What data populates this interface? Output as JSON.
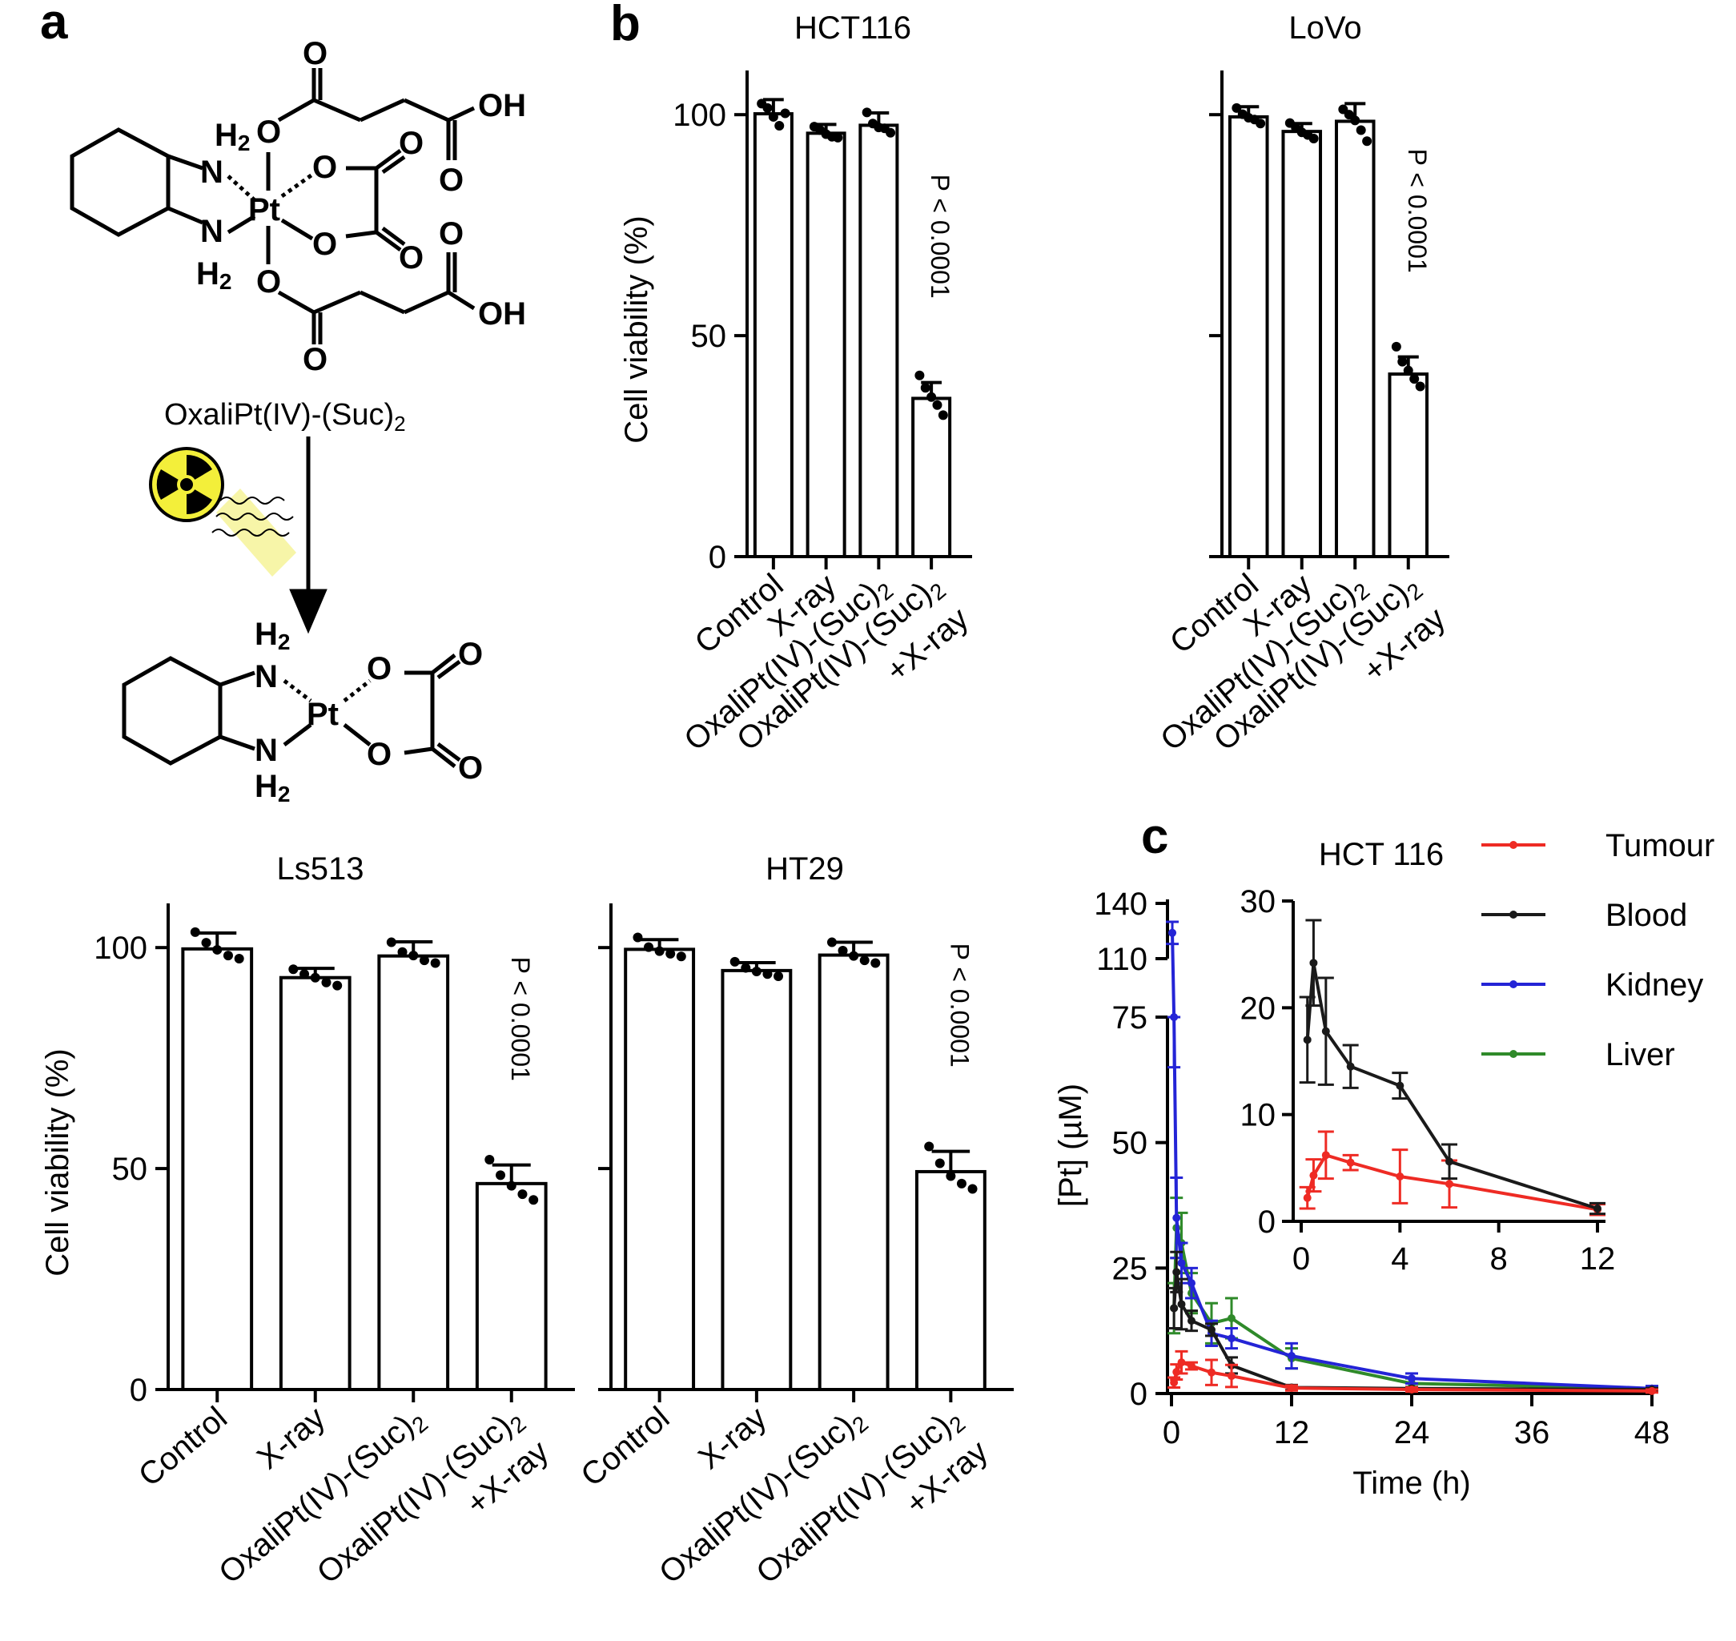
{
  "panels": {
    "a": "a",
    "b": "b",
    "c": "c"
  },
  "scheme": {
    "compound_name": "OxaliPt(IV)-(Suc)",
    "compound_subscript": "2",
    "atoms": {
      "O": "O",
      "OH": "OH",
      "N": "N",
      "Pt": "Pt",
      "H": "H",
      "sub2": "2"
    },
    "icon": "radiation-icon"
  },
  "styles": {
    "bar_fill": "#ffffff",
    "stroke": "#000000",
    "radiation_yellow": "#f3ef3a",
    "glow": "#f7f5a8"
  },
  "bar_common": {
    "categories": [
      {
        "pre": "Control",
        "sub": "",
        "line2": ""
      },
      {
        "pre": "X-ray",
        "sub": "",
        "line2": ""
      },
      {
        "pre": "OxaliPt(IV)-(Suc)",
        "sub": "2",
        "line2": ""
      },
      {
        "pre": "OxaliPt(IV)-(Suc)",
        "sub": "2",
        "line2": "+X-ray"
      }
    ],
    "p_label": "P < 0.0001",
    "ylabel": "Cell viability (%)"
  },
  "chart_data": [
    {
      "type": "bar",
      "title": "HCT116",
      "ylabel": "Cell viability (%)",
      "yticks": [
        0,
        50,
        100
      ],
      "show_tick_labels": true,
      "ylim": [
        0,
        110
      ],
      "values": [
        100.2,
        95.8,
        97.6,
        35.8
      ],
      "errors": [
        3.2,
        2.0,
        2.8,
        3.6
      ],
      "points": [
        [
          102.5,
          101.5,
          99.5,
          97.5,
          100.3
        ],
        [
          97.3,
          96.5,
          95.6,
          95.0,
          94.8
        ],
        [
          100.5,
          98.0,
          97.1,
          96.9,
          95.9
        ],
        [
          41.0,
          38.2,
          36.1,
          34.3,
          32.0
        ]
      ],
      "annotation": "P < 0.0001"
    },
    {
      "type": "bar",
      "title": "LoVo",
      "ylabel": "",
      "yticks": [
        0,
        50,
        100
      ],
      "show_tick_labels": false,
      "ylim": [
        0,
        110
      ],
      "values": [
        99.5,
        96.2,
        98.5,
        41.3
      ],
      "errors": [
        2.3,
        1.8,
        4.0,
        3.9
      ],
      "points": [
        [
          101.5,
          100.1,
          99.3,
          98.9,
          98.0
        ],
        [
          98.1,
          97.0,
          96.0,
          95.4,
          94.6
        ],
        [
          101.2,
          100.0,
          98.7,
          96.5,
          94.0
        ],
        [
          47.5,
          44.1,
          42.1,
          40.2,
          38.5
        ]
      ],
      "annotation": "P < 0.0001"
    },
    {
      "type": "bar",
      "title": "Ls513",
      "ylabel": "Cell viability (%)",
      "yticks": [
        0,
        50,
        100
      ],
      "show_tick_labels": true,
      "ylim": [
        0,
        110
      ],
      "values": [
        99.7,
        93.2,
        98.1,
        46.6
      ],
      "errors": [
        3.6,
        2.1,
        3.2,
        4.2
      ],
      "points": [
        [
          103.5,
          101.1,
          99.5,
          98.2,
          97.5
        ],
        [
          95.1,
          94.0,
          93.2,
          92.1,
          91.4
        ],
        [
          101.2,
          99.0,
          98.2,
          97.1,
          96.5
        ],
        [
          52.0,
          48.5,
          46.1,
          44.2,
          42.9
        ]
      ],
      "annotation": "P < 0.0001"
    },
    {
      "type": "bar",
      "title": "HT29",
      "ylabel": "",
      "yticks": [
        0,
        50,
        100
      ],
      "show_tick_labels": false,
      "ylim": [
        0,
        110
      ],
      "values": [
        99.6,
        94.8,
        98.3,
        49.3
      ],
      "errors": [
        2.2,
        1.8,
        2.9,
        4.6
      ],
      "points": [
        [
          102.3,
          100.1,
          99.2,
          98.6,
          98.0
        ],
        [
          96.8,
          95.4,
          94.6,
          94.0,
          93.5
        ],
        [
          101.2,
          99.3,
          98.1,
          97.1,
          96.5
        ],
        [
          55.0,
          51.2,
          48.3,
          46.6,
          45.4
        ]
      ],
      "annotation": "P < 0.0001"
    },
    {
      "type": "line",
      "title": "HCT 116",
      "xlabel": "Time (h)",
      "ylabel": "[Pt] (µM)",
      "xticks": [
        0,
        12,
        24,
        36,
        48
      ],
      "xlim": [
        0,
        48
      ],
      "y_lower_ticks": [
        0,
        25,
        50,
        75
      ],
      "y_lower_range": [
        0,
        75
      ],
      "y_upper_ticks": [
        110,
        140
      ],
      "y_upper_range": [
        100,
        140
      ],
      "legend": [
        {
          "name": "Tumour",
          "color": "#ee2b24"
        },
        {
          "name": "Blood",
          "color": "#1a1a1a"
        },
        {
          "name": "Kidney",
          "color": "#2424d6"
        },
        {
          "name": "Liver",
          "color": "#2f8a2a"
        }
      ],
      "series": [
        {
          "name": "Tumour",
          "color": "#ee2b24",
          "x": [
            0.25,
            0.5,
            1,
            2,
            4,
            6,
            12,
            24,
            48
          ],
          "y": [
            2.2,
            4.3,
            6.2,
            5.5,
            4.2,
            3.5,
            1.1,
            0.8,
            0.5
          ],
          "err": [
            1.0,
            1.5,
            2.2,
            0.7,
            2.5,
            2.2,
            0.5,
            0.4,
            0.3
          ]
        },
        {
          "name": "Blood",
          "color": "#1a1a1a",
          "x": [
            0.25,
            0.5,
            1,
            2,
            4,
            6,
            12,
            24,
            48
          ],
          "y": [
            17,
            24.2,
            17.8,
            14.5,
            12.7,
            5.6,
            1.2,
            1.0,
            0.8
          ],
          "err": [
            4,
            4.0,
            5.0,
            2.0,
            1.2,
            1.6,
            0.5,
            0.3,
            0.3
          ]
        },
        {
          "name": "Kidney",
          "color": "#2424d6",
          "x": [
            0.083,
            0.25,
            0.5,
            1,
            2,
            4,
            6,
            12,
            24,
            48
          ],
          "y": [
            124,
            75,
            35,
            26,
            22,
            12,
            11,
            7.5,
            3,
            1
          ],
          "err": [
            6,
            10,
            8,
            4,
            3,
            2.5,
            2,
            2.5,
            1,
            0.5
          ]
        },
        {
          "name": "Liver",
          "color": "#2f8a2a",
          "x": [
            0.25,
            0.5,
            1,
            2,
            4,
            6,
            12,
            24,
            48
          ],
          "y": [
            17,
            33,
            30,
            20,
            14,
            15,
            7,
            2,
            1
          ],
          "err": [
            5,
            6,
            6,
            4,
            4,
            4,
            2,
            1,
            0.5
          ]
        }
      ],
      "inset": {
        "xticks": [
          0,
          4,
          8,
          12
        ],
        "xlim": [
          0,
          12
        ],
        "yticks": [
          0,
          10,
          20,
          30
        ],
        "ylim": [
          0,
          30
        ],
        "series_names": [
          "Tumour",
          "Blood"
        ]
      }
    }
  ]
}
